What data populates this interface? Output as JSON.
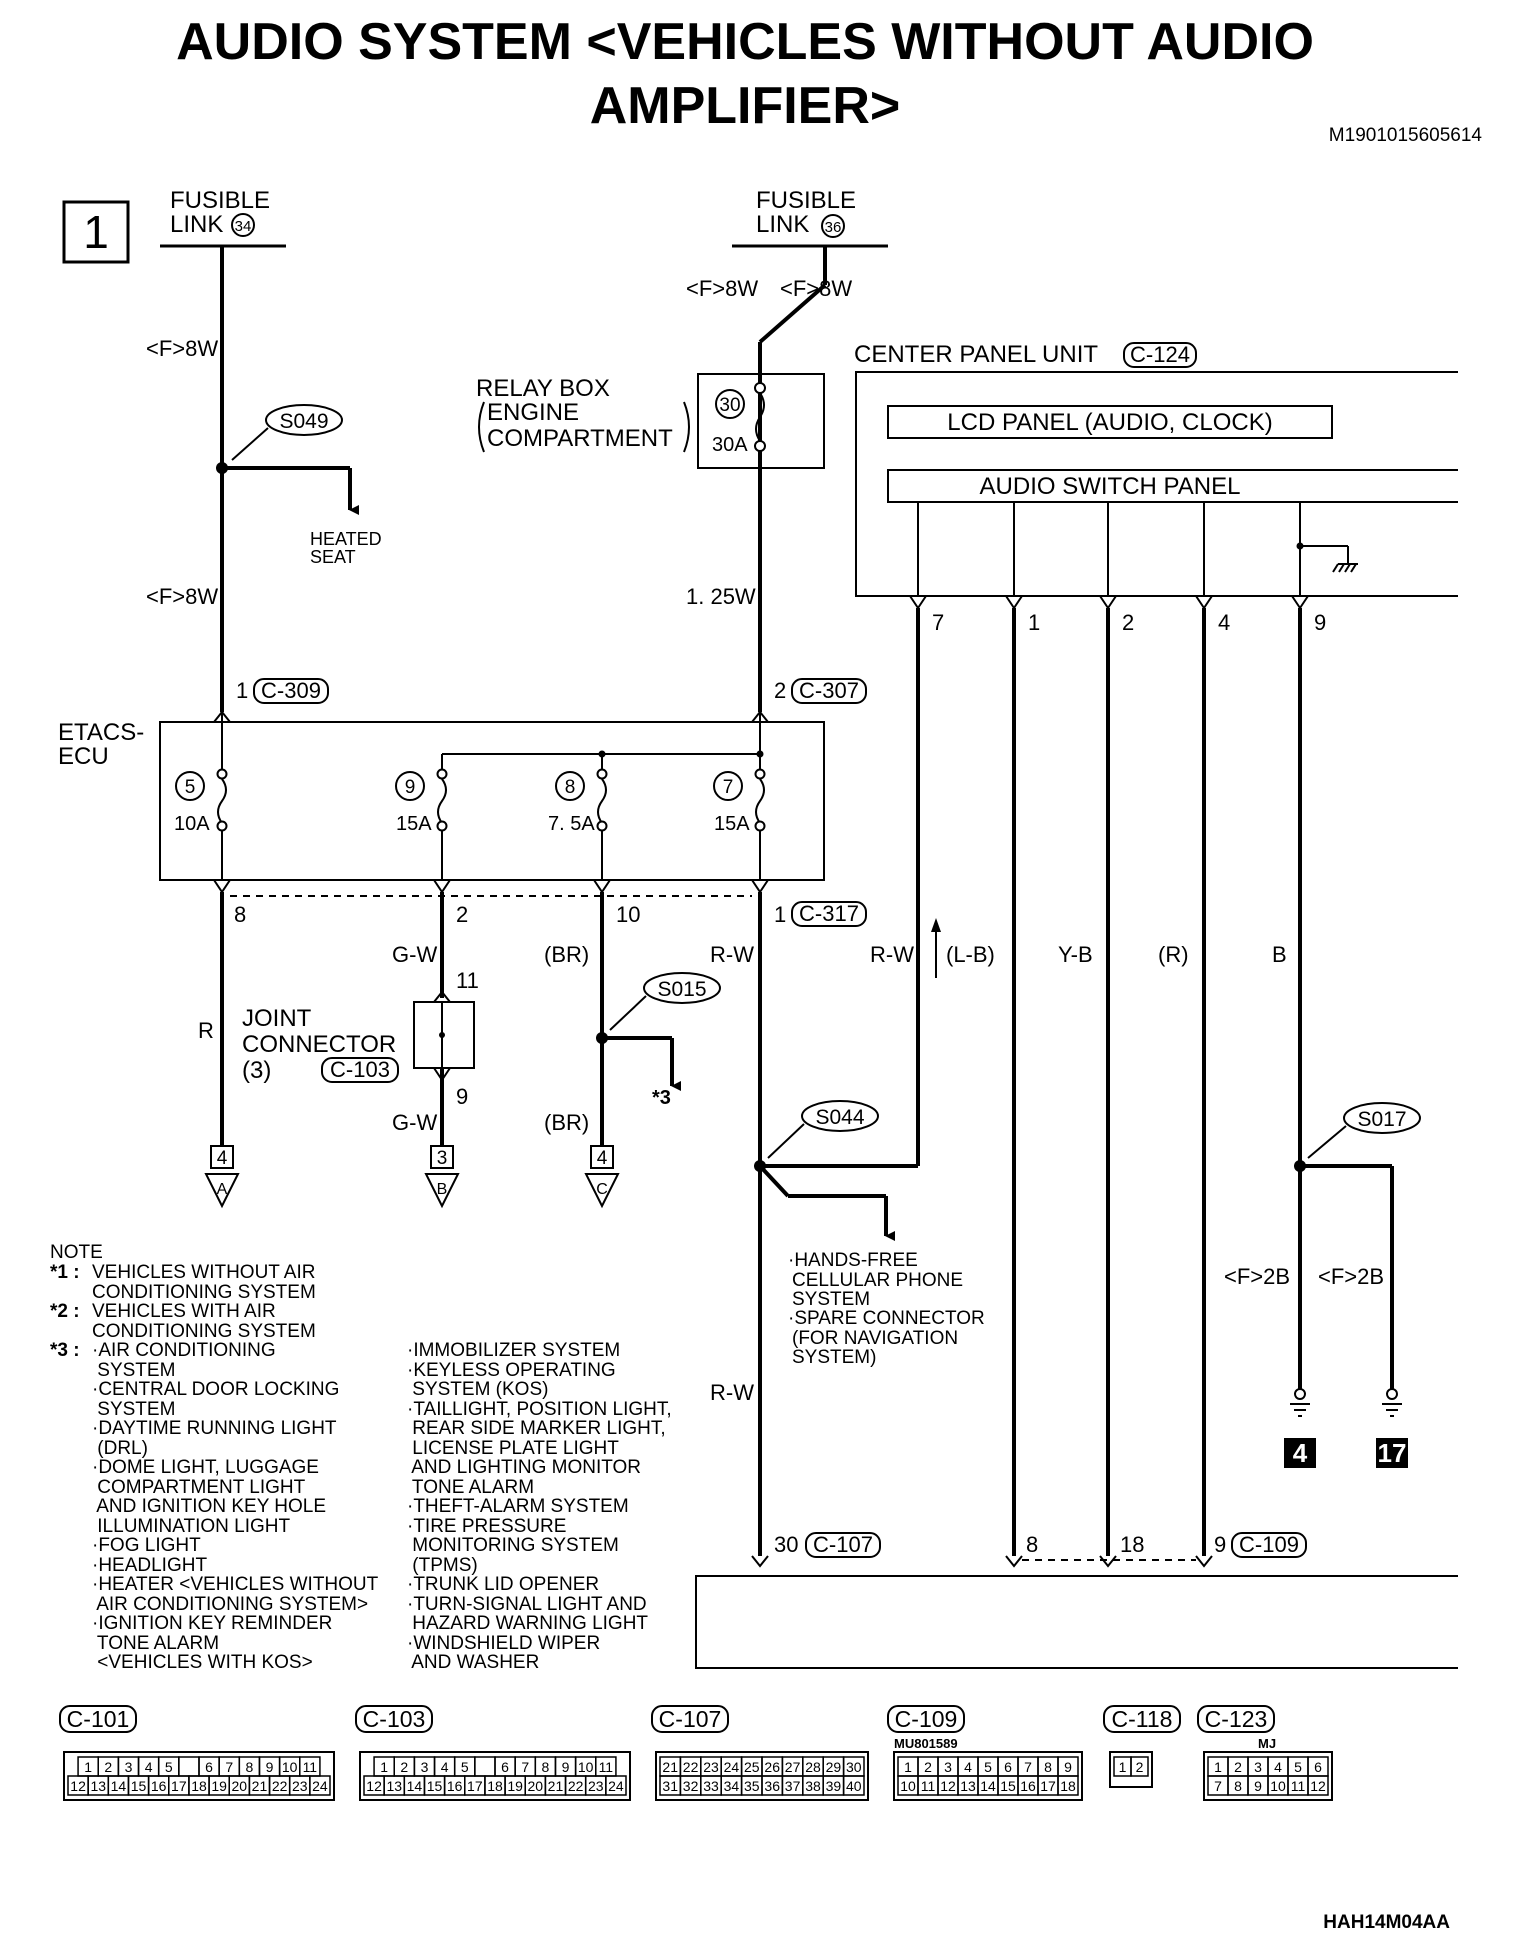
{
  "title": {
    "line1": "AUDIO SYSTEM <VEHICLES WITHOUT AUDIO",
    "line2": "AMPLIFIER>"
  },
  "doc_id": "M1901015605614",
  "figure_id": "HAH14M04AA",
  "sheet_number": "1",
  "fusible_links": [
    {
      "label1": "FUSIBLE",
      "label2": "LINK",
      "num": "34"
    },
    {
      "label1": "FUSIBLE",
      "label2": "LINK",
      "num": "36"
    }
  ],
  "wires": {
    "f8w": "<F>8W",
    "w125": "1. 25W",
    "f2b": "<F>2B",
    "gw": "G-W",
    "br": "(BR)",
    "rw": "R-W",
    "r": "R",
    "lb": "(L-B)",
    "yb": "Y-B",
    "rr": "(R)",
    "b": "B"
  },
  "splices": [
    "S049",
    "S015",
    "S044",
    "S017"
  ],
  "heated_seat": [
    "HEATED",
    "SEAT"
  ],
  "relay_box": {
    "label": [
      "RELAY BOX",
      "ENGINE",
      "COMPARTMENT"
    ],
    "fuse": "30",
    "amp": "30A"
  },
  "center_panel": {
    "label": "CENTER PANEL UNIT",
    "connector": "C-124",
    "lcd": "LCD PANEL (AUDIO, CLOCK)",
    "switch_panel": "AUDIO SWITCH PANEL",
    "pins": [
      "7",
      "1",
      "2",
      "4",
      "9"
    ]
  },
  "etacs": {
    "label": [
      "ETACS-",
      "ECU"
    ],
    "fuses": [
      {
        "num": "5",
        "amp": "10A"
      },
      {
        "num": "9",
        "amp": "15A"
      },
      {
        "num": "8",
        "amp": "7. 5A"
      },
      {
        "num": "7",
        "amp": "15A"
      }
    ]
  },
  "connectors": {
    "c309_pin": "1",
    "c309": "C-309",
    "c307_pin": "2",
    "c307": "C-307",
    "c317_pins": [
      "8",
      "2",
      "10",
      "1"
    ],
    "c317": "C-317",
    "c103": "C-103",
    "c103_pins": [
      "11",
      "9"
    ],
    "c107_pin": "30",
    "c107": "C-107",
    "c109_pins": [
      "8",
      "18",
      "9"
    ],
    "c109": "C-109"
  },
  "joint_connector": [
    "JOINT",
    "CONNECTOR",
    "(3)"
  ],
  "star3": "*3",
  "offpage": [
    {
      "num": "4",
      "letter": "A"
    },
    {
      "num": "3",
      "letter": "B"
    },
    {
      "num": "4",
      "letter": "C"
    }
  ],
  "grounds": [
    "4",
    "17"
  ],
  "s044_dest": [
    "·HANDS-FREE",
    "CELLULAR PHONE",
    "SYSTEM",
    "·SPARE CONNECTOR",
    "(FOR NAVIGATION",
    "SYSTEM)"
  ],
  "note": {
    "heading": "NOTE",
    "items": [
      {
        "mark": "*1 :",
        "lines": [
          "VEHICLES WITHOUT AIR",
          "CONDITIONING SYSTEM"
        ]
      },
      {
        "mark": "*2 :",
        "lines": [
          "VEHICLES WITH AIR",
          "CONDITIONING SYSTEM"
        ]
      },
      {
        "mark": "*3 :",
        "lines": [
          "·AIR CONDITIONING",
          " SYSTEM",
          "·CENTRAL DOOR LOCKING",
          " SYSTEM",
          "·DAYTIME RUNNING LIGHT",
          " (DRL)",
          "·DOME LIGHT, LUGGAGE",
          " COMPARTMENT LIGHT",
          " AND IGNITION KEY HOLE",
          " ILLUMINATION LIGHT",
          "·FOG LIGHT",
          "·HEADLIGHT",
          "·HEATER <VEHICLES WITHOUT",
          " AIR CONDITIONING SYSTEM>",
          "·IGNITION KEY REMINDER",
          " TONE ALARM",
          " <VEHICLES WITH KOS>"
        ]
      }
    ],
    "column2": [
      "·IMMOBILIZER SYSTEM",
      "·KEYLESS OPERATING",
      " SYSTEM (KOS)",
      "·TAILLIGHT, POSITION LIGHT,",
      " REAR SIDE MARKER LIGHT,",
      " LICENSE PLATE LIGHT",
      " AND LIGHTING MONITOR",
      " TONE ALARM",
      "·THEFT-ALARM SYSTEM",
      "·TIRE PRESSURE",
      " MONITORING SYSTEM",
      " (TPMS)",
      "·TRUNK LID OPENER",
      "·TURN-SIGNAL LIGHT AND",
      " HAZARD WARNING LIGHT",
      "·WINDSHIELD WIPER",
      " AND WASHER"
    ]
  },
  "connector_faces": [
    {
      "name": "C-101",
      "top": [
        "1",
        "2",
        "3",
        "4",
        "5",
        "",
        "6",
        "7",
        "8",
        "9",
        "10",
        "11"
      ],
      "bottom": [
        "12",
        "13",
        "14",
        "15",
        "16",
        "17",
        "18",
        "19",
        "20",
        "21",
        "22",
        "23",
        "24"
      ]
    },
    {
      "name": "C-103",
      "top": [
        "1",
        "2",
        "3",
        "4",
        "5",
        "",
        "6",
        "7",
        "8",
        "9",
        "10",
        "11"
      ],
      "bottom": [
        "12",
        "13",
        "14",
        "15",
        "16",
        "17",
        "18",
        "19",
        "20",
        "21",
        "22",
        "23",
        "24"
      ]
    },
    {
      "name": "C-107",
      "top": [
        "21",
        "22",
        "23",
        "24",
        "25",
        "26",
        "27",
        "28",
        "29",
        "30"
      ],
      "bottom": [
        "31",
        "32",
        "33",
        "34",
        "35",
        "36",
        "37",
        "38",
        "39",
        "40"
      ]
    },
    {
      "name": "C-109",
      "part": "MU801589",
      "top": [
        "1",
        "2",
        "3",
        "4",
        "5",
        "6",
        "7",
        "8",
        "9"
      ],
      "bottom": [
        "10",
        "11",
        "12",
        "13",
        "14",
        "15",
        "16",
        "17",
        "18"
      ]
    },
    {
      "name": "C-118",
      "top": [
        "1",
        "2"
      ],
      "bottom": []
    },
    {
      "name": "C-123",
      "part": "MJ",
      "top": [
        "1",
        "2",
        "3",
        "4",
        "5",
        "6"
      ],
      "bottom": [
        "7",
        "8",
        "9",
        "10",
        "11",
        "12"
      ]
    }
  ]
}
